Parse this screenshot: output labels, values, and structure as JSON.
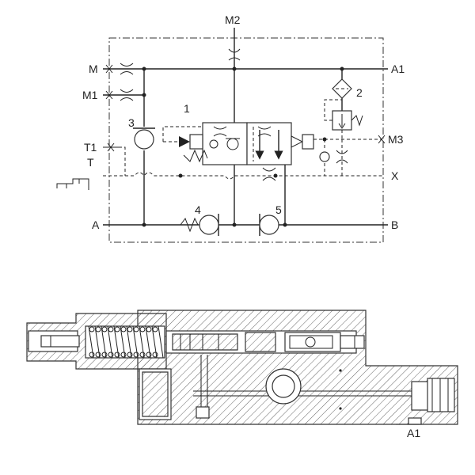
{
  "schematic": {
    "ports": {
      "M": "M",
      "M1": "M1",
      "M2": "M2",
      "A1": "A1",
      "M3": "M3",
      "T1": "T1",
      "T": "T",
      "X": "X",
      "A": "A",
      "B": "B"
    },
    "components": {
      "c1": "1",
      "c2": "2",
      "c3": "3",
      "c4": "4",
      "c5": "5"
    }
  },
  "section": {
    "port_label": "A1"
  }
}
